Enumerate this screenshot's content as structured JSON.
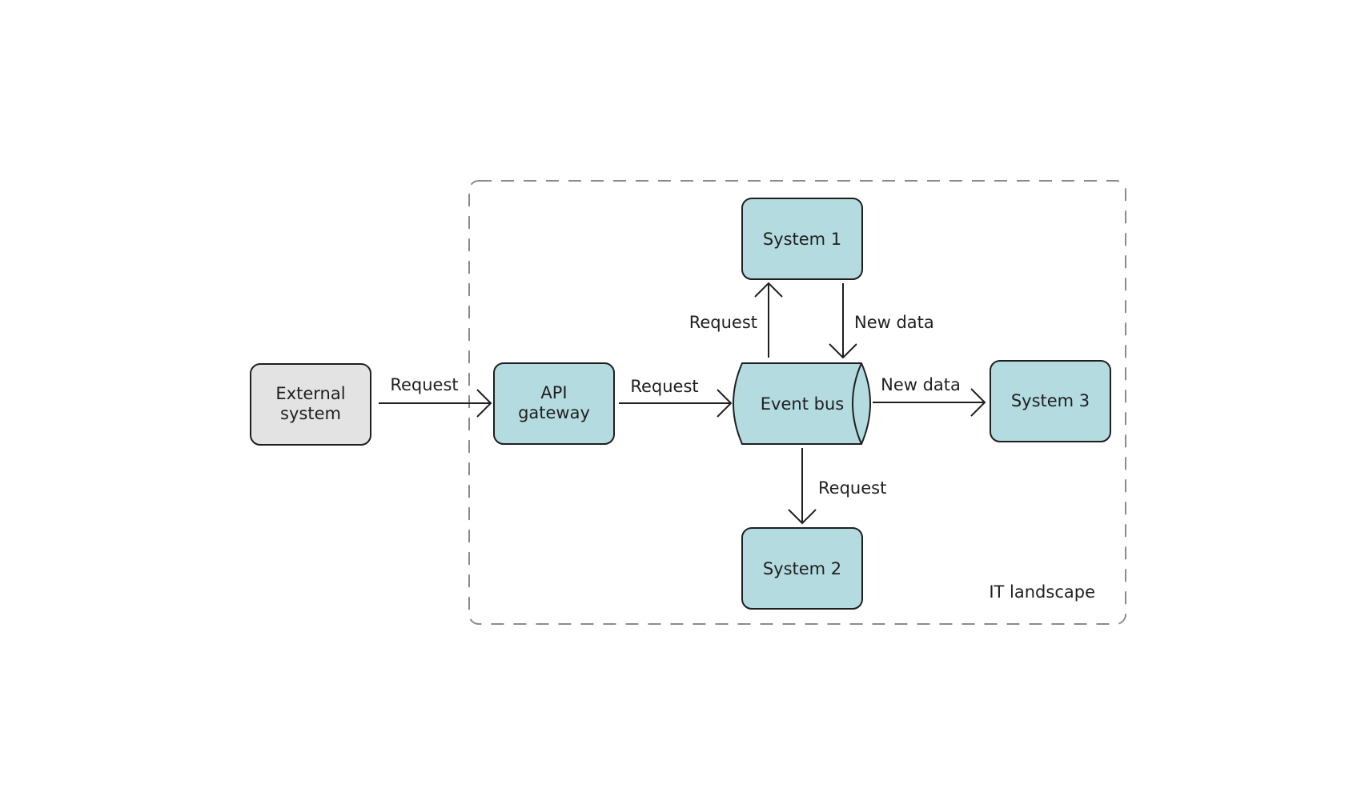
{
  "colors": {
    "system_fill": "#b3dbe0",
    "external_fill": "#e3e3e3",
    "stroke": "#1f1f1f",
    "boundary_stroke": "#8c8c8c"
  },
  "boundary": {
    "label": "IT landscape"
  },
  "nodes": {
    "external_system": {
      "line1": "External",
      "line2": "system"
    },
    "api_gateway": {
      "line1": "API",
      "line2": "gateway"
    },
    "event_bus": {
      "label": "Event bus"
    },
    "system1": {
      "label": "System 1"
    },
    "system2": {
      "label": "System 2"
    },
    "system3": {
      "label": "System 3"
    }
  },
  "edges": {
    "external_to_gateway": "Request",
    "gateway_to_bus": "Request",
    "bus_to_system1": "Request",
    "system1_to_bus": "New data",
    "bus_to_system3": "New data",
    "bus_to_system2": "Request"
  }
}
